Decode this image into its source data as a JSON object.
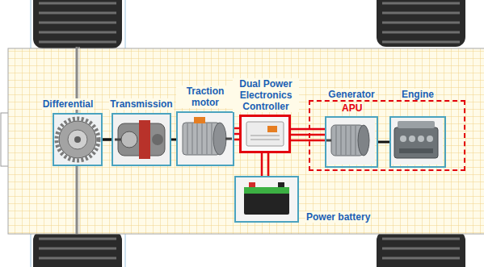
{
  "diagram": {
    "nodes": [
      {
        "text": [
          "Differential"
        ]
      },
      {
        "text": [
          "Transmission"
        ]
      },
      {
        "text": [
          "Traction motor"
        ]
      },
      {
        "text": [
          "Dual Power Electronics Controller"
        ]
      },
      {
        "text": [
          "APU"
        ]
      },
      {
        "text": [
          "Generator"
        ],
        "in": 4
      },
      {
        "text": [
          "Engine"
        ],
        "in": 4
      },
      {
        "text": [
          "Power battery"
        ]
      }
    ],
    "edges": [
      {
        "from": 0,
        "to": 1,
        "arrow": "none"
      },
      {
        "from": 1,
        "to": 2,
        "arrow": "none"
      },
      {
        "from": 2,
        "to": 3,
        "arrow": "none"
      },
      {
        "from": 3,
        "to": 5,
        "arrow": "none"
      },
      {
        "from": 5,
        "to": 6,
        "arrow": "none"
      },
      {
        "from": 3,
        "to": 7,
        "arrow": "none"
      }
    ]
  }
}
